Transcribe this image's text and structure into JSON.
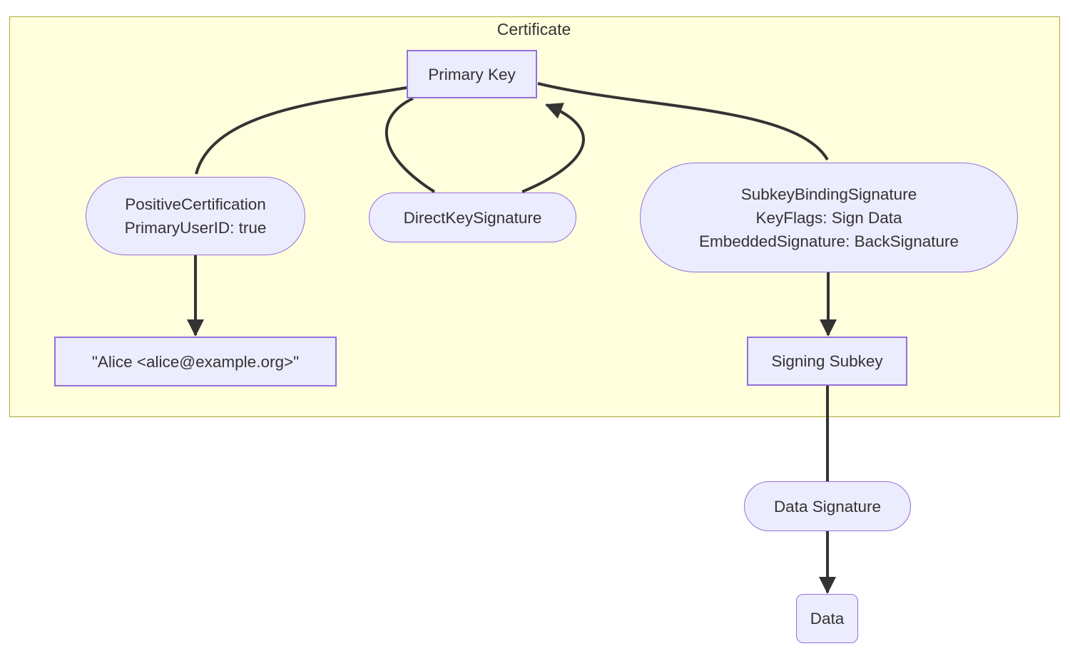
{
  "diagram": {
    "cluster": {
      "label": "Certificate"
    },
    "nodes": {
      "primary_key": {
        "label": "Primary Key",
        "shape": "rect"
      },
      "positive_certification": {
        "line1": "PositiveCertification",
        "line2": "PrimaryUserID: true",
        "shape": "stadium"
      },
      "direct_key_signature": {
        "label": "DirectKeySignature",
        "shape": "stadium"
      },
      "subkey_binding_signature": {
        "line1": "SubkeyBindingSignature",
        "line2": "KeyFlags: Sign Data",
        "line3": "EmbeddedSignature: BackSignature",
        "shape": "stadium"
      },
      "user_id": {
        "label": "\"Alice <alice@example.org>\"",
        "shape": "rect"
      },
      "signing_subkey": {
        "label": "Signing Subkey",
        "shape": "rect"
      },
      "data_signature": {
        "label": "Data Signature",
        "shape": "stadium"
      },
      "data": {
        "label": "Data",
        "shape": "rounded-rect"
      }
    },
    "edges": [
      {
        "from": "Primary Key",
        "to": "PositiveCertification",
        "arrowhead": false
      },
      {
        "from": "PositiveCertification",
        "to": "\"Alice <alice@example.org>\"",
        "arrowhead": true
      },
      {
        "from": "Primary Key",
        "to": "DirectKeySignature",
        "arrowhead": false
      },
      {
        "from": "DirectKeySignature",
        "to": "Primary Key",
        "arrowhead": true
      },
      {
        "from": "Primary Key",
        "to": "SubkeyBindingSignature",
        "arrowhead": false
      },
      {
        "from": "SubkeyBindingSignature",
        "to": "Signing Subkey",
        "arrowhead": true
      },
      {
        "from": "Signing Subkey",
        "to": "Data Signature",
        "arrowhead": false
      },
      {
        "from": "Data Signature",
        "to": "Data",
        "arrowhead": true
      }
    ],
    "colors": {
      "node-fill": "#ECECFF",
      "node-border": "#9370DB",
      "cluster-fill": "#ffffde",
      "cluster-border": "#aaaa33",
      "edge": "#333333",
      "text": "#333333"
    }
  }
}
